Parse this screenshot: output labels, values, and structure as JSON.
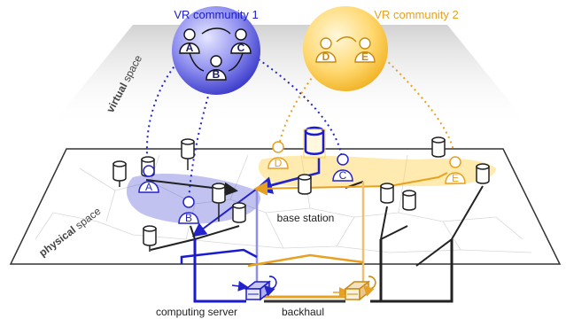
{
  "communities": [
    {
      "label": "VR community 1",
      "color": "#2323cc",
      "members": [
        "A",
        "B",
        "C"
      ]
    },
    {
      "label": "VR community 2",
      "color": "#e8a020",
      "members": [
        "D",
        "E"
      ]
    }
  ],
  "layers": {
    "virtual": {
      "bold": "virtual",
      "rest": " space"
    },
    "physical": {
      "bold": "physical",
      "rest": " space"
    }
  },
  "labels": {
    "base_station": "base station",
    "computing_server": "computing server",
    "backhaul": "backhaul"
  },
  "colors": {
    "community1": "#2323cc",
    "community2": "#e8a020",
    "community2_dark": "#c98a10",
    "plane_edge": "#333333",
    "device": "#222222"
  }
}
